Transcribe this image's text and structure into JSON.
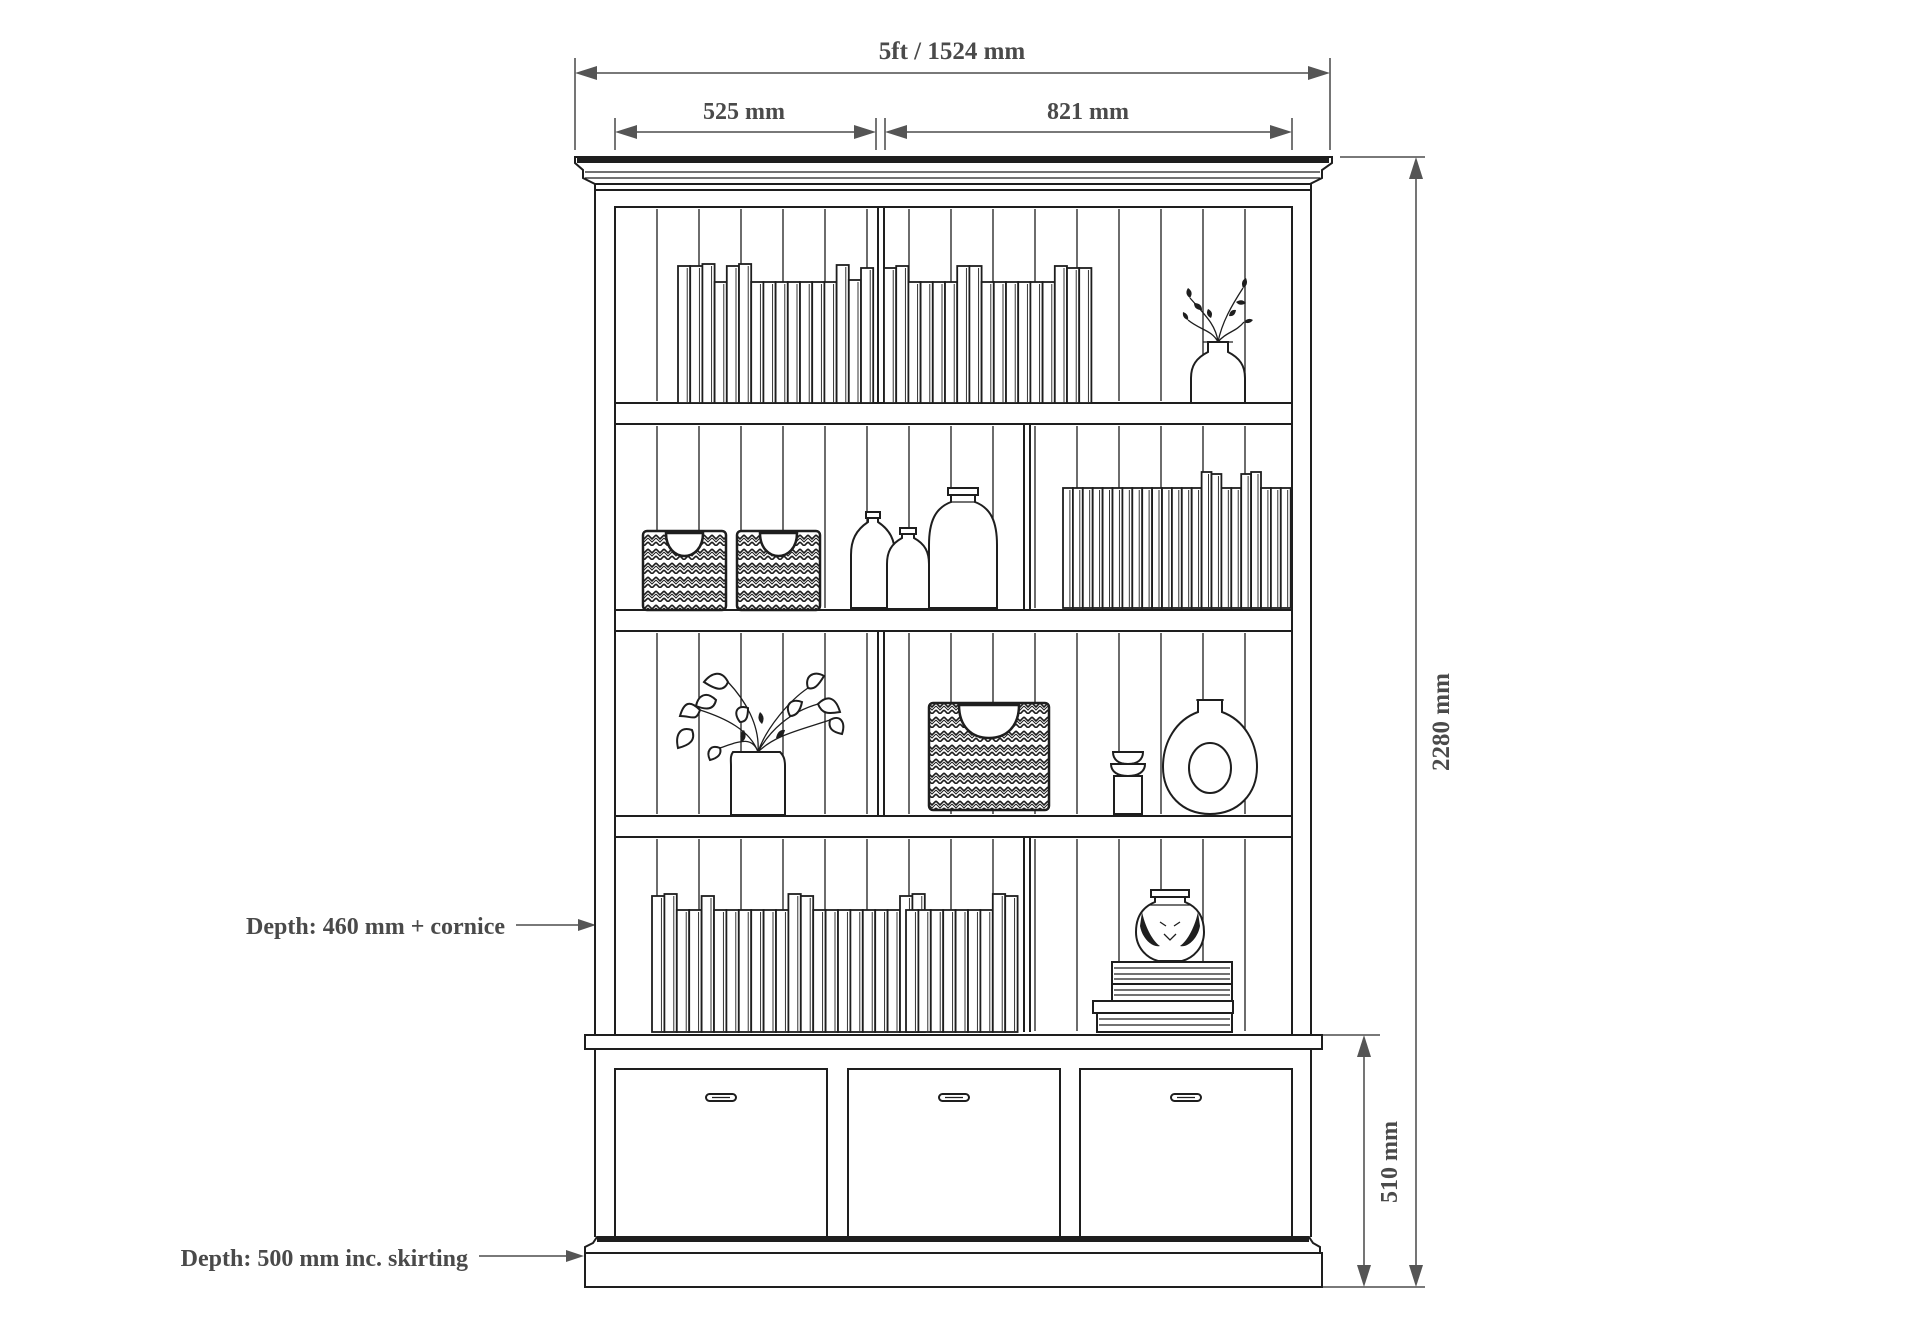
{
  "dimensions": {
    "overall_width": "5ft / 1524 mm",
    "left_bay_width": "525 mm",
    "right_bay_width": "821 mm",
    "overall_height": "2280 mm",
    "base_height": "510 mm"
  },
  "annotations": {
    "upper_depth": "Depth: 460 mm + cornice",
    "base_depth": "Depth: 500 mm inc. skirting"
  },
  "colors": {
    "line": "#1e1e1e",
    "dimension_text": "#4a4a4a",
    "background": "#ffffff"
  },
  "objects": {
    "shelf_1": [
      "book-row",
      "book-row",
      "plant-vase"
    ],
    "shelf_2": [
      "woven-basket",
      "woven-basket",
      "glass-bottle",
      "glass-bottle",
      "glass-bottle",
      "book-row"
    ],
    "shelf_3": [
      "flower-vase",
      "woven-basket",
      "bowl-stack",
      "ring-vase"
    ],
    "shelf_4": [
      "book-row",
      "book-row",
      "decor-vase",
      "book-stack"
    ],
    "base": [
      "drawer",
      "drawer",
      "drawer"
    ]
  }
}
